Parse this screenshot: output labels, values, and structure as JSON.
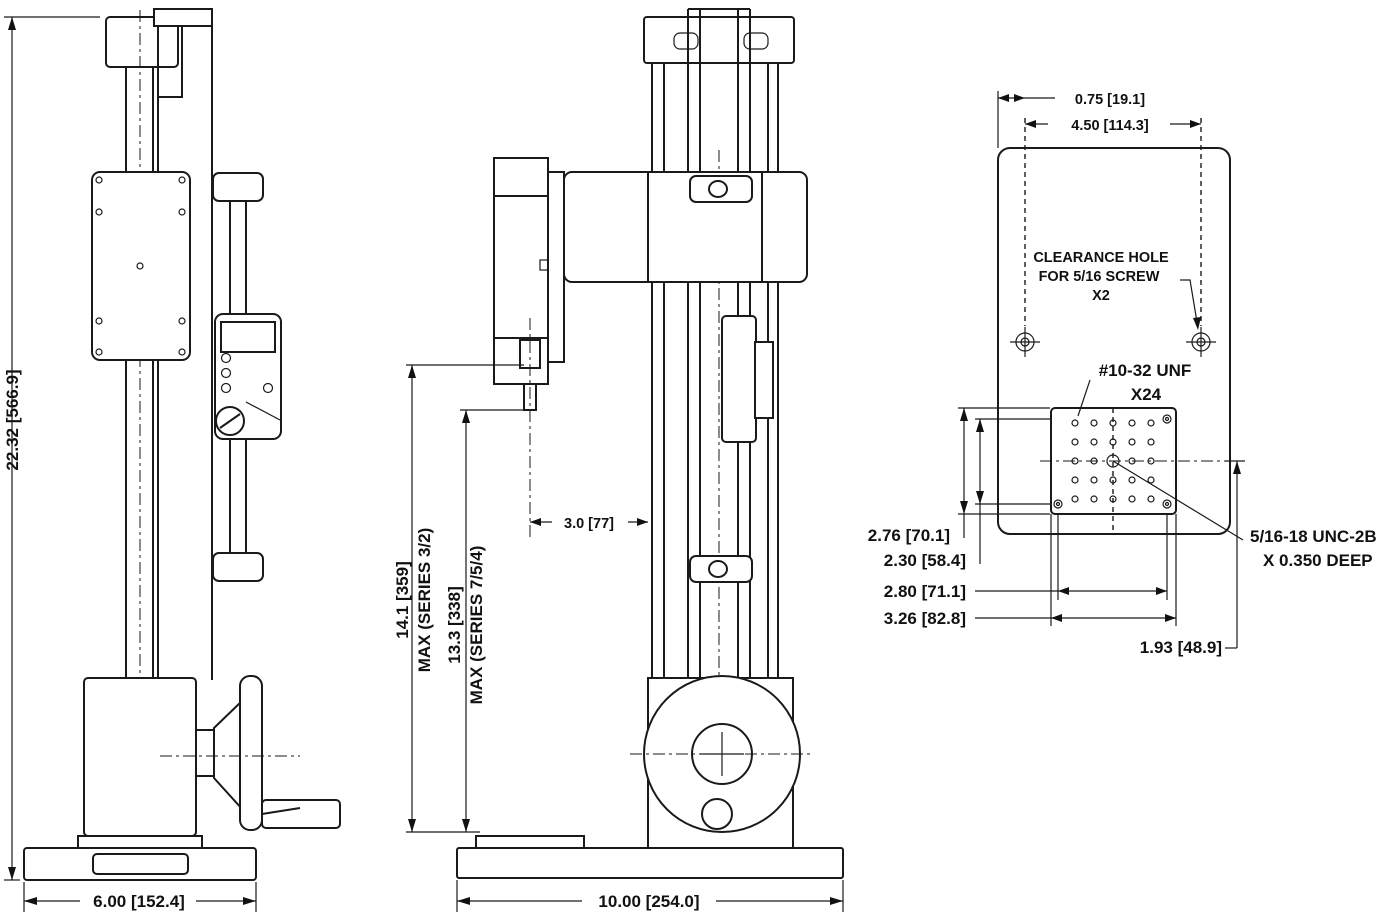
{
  "dimensions": {
    "overall_height": "22.32 [566.9]",
    "base_width_side": "6.00 [152.4]",
    "base_width_front": "10.00 [254.0]",
    "max_travel_series_32": [
      "14.1 [359]",
      "MAX (SERIES 3/2)"
    ],
    "max_travel_series_754": [
      "13.3 [338]",
      "MAX (SERIES 7/5/4)"
    ],
    "throat_depth": "3.0 [77]",
    "plate_hole_offset": "0.75 [19.1]",
    "plate_hole_spacing": "4.50 [114.3]",
    "grid_height_outer": "2.76 [70.1]",
    "grid_height_inner": "2.30 [58.4]",
    "grid_width_inner": "2.80 [71.1]",
    "grid_width_outer": "3.26 [82.8]",
    "grid_center_offset": "1.93 [48.9]"
  },
  "callouts": {
    "clearance_hole": [
      "CLEARANCE HOLE",
      "FOR 5/16 SCREW",
      "X2"
    ],
    "threaded_holes": [
      "#10-32 UNF",
      "X24"
    ],
    "center_thread": [
      "5/16-18 UNC-2B",
      "X 0.350 DEEP"
    ]
  }
}
